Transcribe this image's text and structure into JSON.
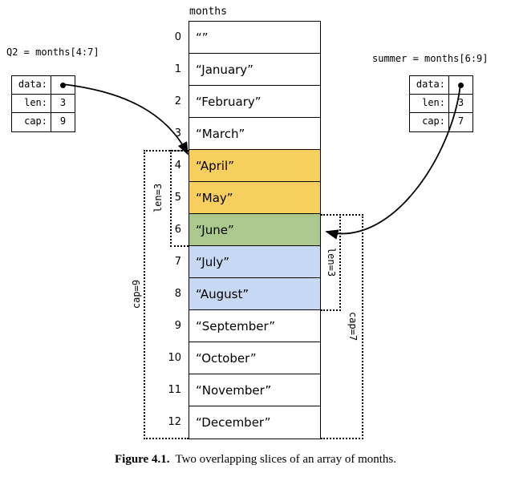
{
  "colors": {
    "yellow": "#f6cf5f",
    "green": "#abc98c",
    "blue": "#c7d9f2"
  },
  "array": {
    "title": "months",
    "cells": [
      {
        "index": "0",
        "value": "“”",
        "highlight": "none"
      },
      {
        "index": "1",
        "value": "“January”",
        "highlight": "none"
      },
      {
        "index": "2",
        "value": "“February”",
        "highlight": "none"
      },
      {
        "index": "3",
        "value": "“March”",
        "highlight": "none"
      },
      {
        "index": "4",
        "value": "“April”",
        "highlight": "yellow"
      },
      {
        "index": "5",
        "value": "“May”",
        "highlight": "yellow"
      },
      {
        "index": "6",
        "value": "“June”",
        "highlight": "green"
      },
      {
        "index": "7",
        "value": "“July”",
        "highlight": "blue"
      },
      {
        "index": "8",
        "value": "“August”",
        "highlight": "blue"
      },
      {
        "index": "9",
        "value": "“September”",
        "highlight": "none"
      },
      {
        "index": "10",
        "value": "“October”",
        "highlight": "none"
      },
      {
        "index": "11",
        "value": "“November”",
        "highlight": "none"
      },
      {
        "index": "12",
        "value": "“December”",
        "highlight": "none"
      }
    ]
  },
  "q2": {
    "title": "Q2 = months[4:7]",
    "data_label": "data:",
    "len_label": "len:",
    "len_value": "3",
    "cap_label": "cap:",
    "cap_value": "9"
  },
  "summer": {
    "title": "summer = months[6:9]",
    "data_label": "data:",
    "len_label": "len:",
    "len_value": "3",
    "cap_label": "cap:",
    "cap_value": "7"
  },
  "brackets": {
    "q2_len": "len=3",
    "q2_cap": "cap=9",
    "summer_len": "len=3",
    "summer_cap": "cap=7"
  },
  "caption": {
    "label": "Figure 4.1.",
    "text": "Two overlapping slices of an array of months."
  }
}
